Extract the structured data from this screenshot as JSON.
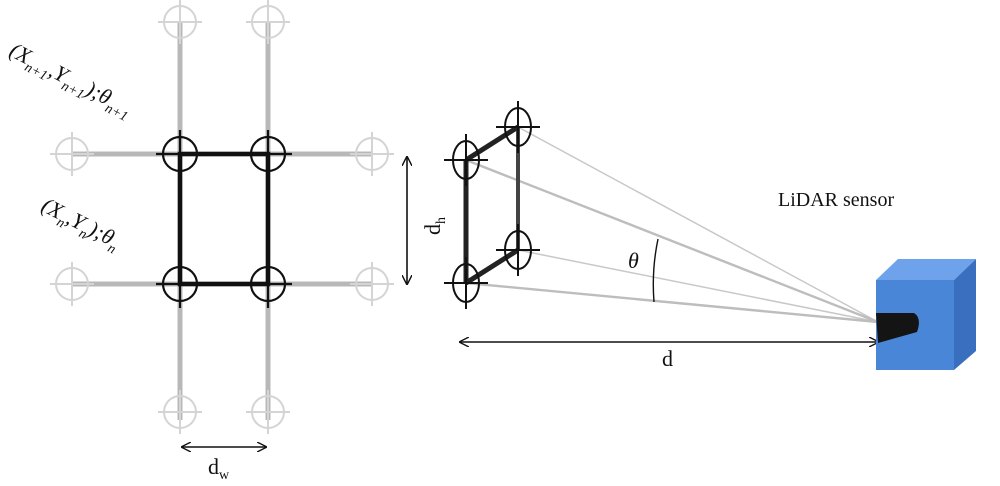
{
  "labels": {
    "coord_n1_main": "(X",
    "coord_n1_sub1": "n+1",
    "coord_n1_mid": ",Y",
    "coord_n1_sub2": "n+1",
    "coord_n1_tail": ");θ",
    "coord_n1_sub3": "n+1",
    "coord_n_main": "(X",
    "coord_n_sub1": "n",
    "coord_n_mid": ",Y",
    "coord_n_sub2": "n",
    "coord_n_tail": ");θ",
    "coord_n_sub3": "n",
    "dw_main": "d",
    "dw_sub": "w",
    "dh_main": "d",
    "dh_sub": "h",
    "theta": "θ",
    "d": "d",
    "sensor": "LiDAR sensor"
  },
  "colors": {
    "primary": "#111111",
    "grid_gray": "#b8b8b8",
    "faded": "#d9d9d9",
    "ray": "#c8c8c8",
    "sensor_front": "#4a86d8",
    "sensor_side": "#3a6fc0",
    "sensor_top": "#6ea3ec",
    "lens": "#141414"
  }
}
